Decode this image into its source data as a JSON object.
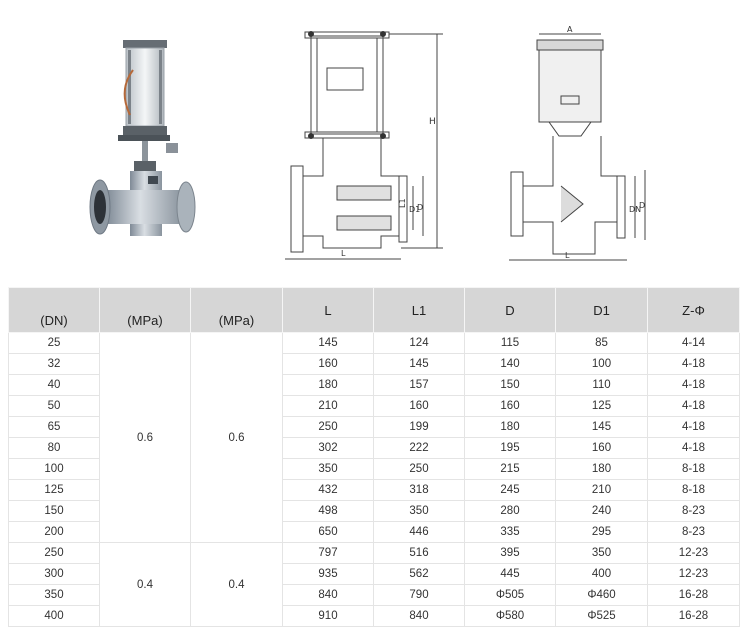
{
  "drawings": {
    "front_labels": {
      "height": "H",
      "l1": "L1",
      "d1": "D1",
      "d": "D",
      "length": "L"
    },
    "side_labels": {
      "width": "A",
      "dn": "DN",
      "d": "D",
      "length": "L"
    }
  },
  "table": {
    "headers": [
      "(DN)",
      "(MPa)",
      "(MPa)",
      "L",
      "L1",
      "D",
      "D1",
      "Z-Φ"
    ],
    "groups": [
      {
        "p1": "0.6",
        "p2": "0.6",
        "rows": [
          [
            "25",
            "145",
            "124",
            "115",
            "85",
            "4-14"
          ],
          [
            "32",
            "160",
            "145",
            "140",
            "100",
            "4-18"
          ],
          [
            "40",
            "180",
            "157",
            "150",
            "110",
            "4-18"
          ],
          [
            "50",
            "210",
            "160",
            "160",
            "125",
            "4-18"
          ],
          [
            "65",
            "250",
            "199",
            "180",
            "145",
            "4-18"
          ],
          [
            "80",
            "302",
            "222",
            "195",
            "160",
            "4-18"
          ],
          [
            "100",
            "350",
            "250",
            "215",
            "180",
            "8-18"
          ],
          [
            "125",
            "432",
            "318",
            "245",
            "210",
            "8-18"
          ],
          [
            "150",
            "498",
            "350",
            "280",
            "240",
            "8-23"
          ],
          [
            "200",
            "650",
            "446",
            "335",
            "295",
            "8-23"
          ]
        ]
      },
      {
        "p1": "0.4",
        "p2": "0.4",
        "rows": [
          [
            "250",
            "797",
            "516",
            "395",
            "350",
            "12-23"
          ],
          [
            "300",
            "935",
            "562",
            "445",
            "400",
            "12-23"
          ],
          [
            "350",
            "840",
            "790",
            "Φ505",
            "Φ460",
            "16-28"
          ],
          [
            "400",
            "910",
            "840",
            "Φ580",
            "Φ525",
            "16-28"
          ]
        ]
      }
    ]
  }
}
